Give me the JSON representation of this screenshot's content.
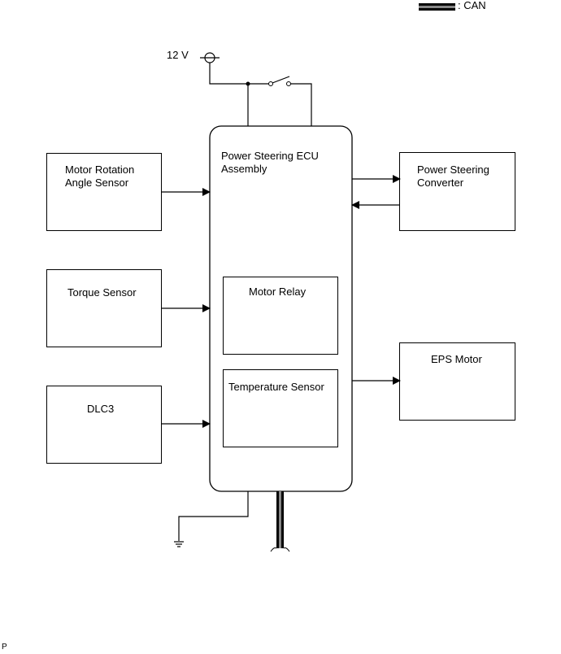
{
  "legend": {
    "can_label": ": CAN"
  },
  "power": {
    "label": "12 V"
  },
  "ecu": {
    "title_line1": "Power Steering ECU",
    "title_line2": "Assembly"
  },
  "inputs": [
    {
      "line1": "Motor Rotation",
      "line2": "Angle Sensor"
    },
    {
      "line1": "Torque Sensor",
      "line2": ""
    },
    {
      "line1": "DLC3",
      "line2": ""
    }
  ],
  "internal": [
    {
      "label": "Motor Relay"
    },
    {
      "label": "Temperature Sensor"
    }
  ],
  "outputs": [
    {
      "line1": "Power Steering",
      "line2": "Converter"
    },
    {
      "line1": "EPS Motor",
      "line2": ""
    }
  ],
  "footer": {
    "code": "P"
  }
}
